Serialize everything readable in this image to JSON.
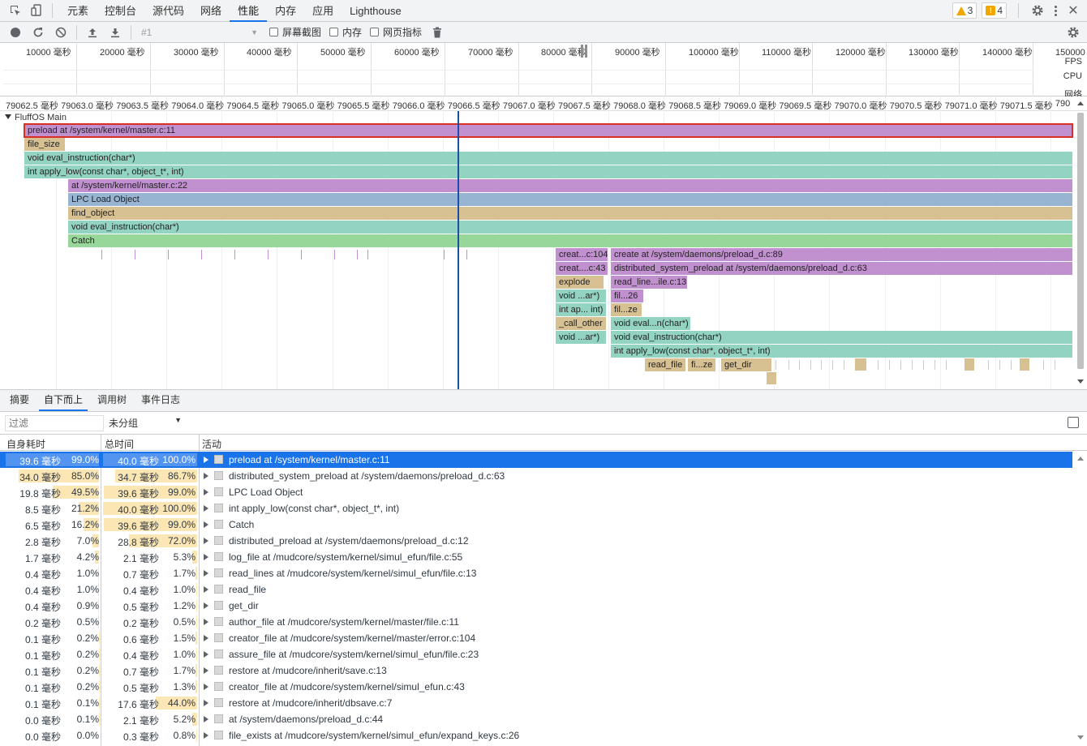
{
  "topbar": {
    "tabs": [
      "元素",
      "控制台",
      "源代码",
      "网络",
      "性能",
      "内存",
      "应用",
      "Lighthouse"
    ],
    "active_tab": "性能",
    "warnings_count": "3",
    "issues_count": "4"
  },
  "toolbar": {
    "profile_select": "#1",
    "screenshots_label": "屏幕截图",
    "memory_label": "内存",
    "web_vitals_label": "网页指标"
  },
  "overview": {
    "ticks": [
      "10000 毫秒",
      "20000 毫秒",
      "30000 毫秒",
      "40000 毫秒",
      "50000 毫秒",
      "60000 毫秒",
      "70000 毫秒",
      "80000 毫秒",
      "90000 毫秒",
      "100000 毫秒",
      "110000 毫秒",
      "120000 毫秒",
      "130000 毫秒",
      "140000 毫秒",
      "150000 毫秒"
    ],
    "fps_label": "FPS",
    "cpu_label": "CPU",
    "net_label": "网络"
  },
  "ruler": {
    "ticks": [
      "79062.5 毫秒",
      "79063.0 毫秒",
      "79063.5 毫秒",
      "79064.0 毫秒",
      "79064.5 毫秒",
      "79065.0 毫秒",
      "79065.5 毫秒",
      "79066.0 毫秒",
      "79066.5 毫秒",
      "79067.0 毫秒",
      "79067.5 毫秒",
      "79068.0 毫秒",
      "79068.5 毫秒",
      "79069.0 毫秒",
      "79069.5 毫秒",
      "79070.0 毫秒",
      "79070.5 毫秒",
      "79071.0 毫秒",
      "79071.5 毫秒",
      "790"
    ]
  },
  "flame": {
    "track_title": "FluffOS Main",
    "bars": [
      {
        "label": "preload at /system/kernel/master.c:11",
        "color": "#c190cf"
      },
      {
        "label": "file_size",
        "color": "#d7c193"
      },
      {
        "label": "void eval_instruction(char*)",
        "color": "#93d3c2"
      },
      {
        "label": "int apply_low(const char*, object_t*, int)",
        "color": "#93d3c2"
      },
      {
        "label": "at /system/kernel/master.c:22",
        "color": "#c190cf"
      },
      {
        "label": "LPC Load Object",
        "color": "#97b4d3"
      },
      {
        "label": "find_object",
        "color": "#d7c193"
      },
      {
        "label": "void eval_instruction(char*)",
        "color": "#93d3c2"
      },
      {
        "label": "Catch",
        "color": "#98d79a"
      },
      {
        "label": "creat...c:104",
        "color": "#c190cf"
      },
      {
        "label": "create at /system/daemons/preload_d.c:89",
        "color": "#c190cf"
      },
      {
        "label": "creat....c:43",
        "color": "#c190cf"
      },
      {
        "label": "distributed_system_preload at /system/daemons/preload_d.c:63",
        "color": "#c190cf"
      },
      {
        "label": "explode",
        "color": "#d7c193"
      },
      {
        "label": "read_line...ile.c:13",
        "color": "#c190cf"
      },
      {
        "label": "void ...ar*)",
        "color": "#93d3c2"
      },
      {
        "label": "fil...26",
        "color": "#c190cf"
      },
      {
        "label": "int ap... int)",
        "color": "#93d3c2"
      },
      {
        "label": "fil...ze",
        "color": "#d7c193"
      },
      {
        "label": "_call_other",
        "color": "#d7c193"
      },
      {
        "label": "void eval...n(char*)",
        "color": "#93d3c2"
      },
      {
        "label": "void ...ar*)",
        "color": "#93d3c2"
      },
      {
        "label": "void eval_instruction(char*)",
        "color": "#93d3c2"
      },
      {
        "label": "int apply_low(const char*, object_t*, int)",
        "color": "#93d3c2"
      },
      {
        "label": "read_file",
        "color": "#d7c193"
      },
      {
        "label": "fi...ze",
        "color": "#d7c193"
      },
      {
        "label": "get_dir",
        "color": "#d7c193"
      }
    ]
  },
  "bottom_tabs": {
    "summary": "摘要",
    "bottom_up": "自下而上",
    "call_tree": "调用树",
    "event_log": "事件日志"
  },
  "filter": {
    "placeholder": "过滤",
    "grouping": "未分组"
  },
  "table": {
    "col_self": "自身耗时",
    "col_total": "总时间",
    "col_activity": "活动",
    "rows": [
      {
        "self": "39.6 毫秒",
        "self_pct": "99.0%",
        "total": "40.0 毫秒",
        "total_pct": "100.0%",
        "activity": "preload at /system/kernel/master.c:11",
        "self_frac": 0.99,
        "total_frac": 1.0
      },
      {
        "self": "34.0 毫秒",
        "self_pct": "85.0%",
        "total": "34.7 毫秒",
        "total_pct": "86.7%",
        "activity": "distributed_system_preload at /system/daemons/preload_d.c:63",
        "self_frac": 0.85,
        "total_frac": 0.867
      },
      {
        "self": "19.8 毫秒",
        "self_pct": "49.5%",
        "total": "39.6 毫秒",
        "total_pct": "99.0%",
        "activity": "LPC Load Object",
        "self_frac": 0.495,
        "total_frac": 0.99
      },
      {
        "self": "8.5 毫秒",
        "self_pct": "21.2%",
        "total": "40.0 毫秒",
        "total_pct": "100.0%",
        "activity": "int apply_low(const char*, object_t*, int)",
        "self_frac": 0.212,
        "total_frac": 1.0
      },
      {
        "self": "6.5 毫秒",
        "self_pct": "16.2%",
        "total": "39.6 毫秒",
        "total_pct": "99.0%",
        "activity": "Catch",
        "self_frac": 0.162,
        "total_frac": 0.99
      },
      {
        "self": "2.8 毫秒",
        "self_pct": "7.0%",
        "total": "28.8 毫秒",
        "total_pct": "72.0%",
        "activity": "distributed_preload at /system/daemons/preload_d.c:12",
        "self_frac": 0.07,
        "total_frac": 0.72
      },
      {
        "self": "1.7 毫秒",
        "self_pct": "4.2%",
        "total": "2.1 毫秒",
        "total_pct": "5.3%",
        "activity": "log_file at /mudcore/system/kernel/simul_efun/file.c:55",
        "self_frac": 0.042,
        "total_frac": 0.053
      },
      {
        "self": "0.4 毫秒",
        "self_pct": "1.0%",
        "total": "0.7 毫秒",
        "total_pct": "1.7%",
        "activity": "read_lines at /mudcore/system/kernel/simul_efun/file.c:13",
        "self_frac": 0.01,
        "total_frac": 0.017
      },
      {
        "self": "0.4 毫秒",
        "self_pct": "1.0%",
        "total": "0.4 毫秒",
        "total_pct": "1.0%",
        "activity": "read_file",
        "self_frac": 0.01,
        "total_frac": 0.01
      },
      {
        "self": "0.4 毫秒",
        "self_pct": "0.9%",
        "total": "0.5 毫秒",
        "total_pct": "1.2%",
        "activity": "get_dir",
        "self_frac": 0.009,
        "total_frac": 0.012
      },
      {
        "self": "0.2 毫秒",
        "self_pct": "0.5%",
        "total": "0.2 毫秒",
        "total_pct": "0.5%",
        "activity": "author_file at /mudcore/system/kernel/master/file.c:11",
        "self_frac": 0.005,
        "total_frac": 0.005
      },
      {
        "self": "0.1 毫秒",
        "self_pct": "0.2%",
        "total": "0.6 毫秒",
        "total_pct": "1.5%",
        "activity": "creator_file at /mudcore/system/kernel/master/error.c:104",
        "self_frac": 0.002,
        "total_frac": 0.015
      },
      {
        "self": "0.1 毫秒",
        "self_pct": "0.2%",
        "total": "0.4 毫秒",
        "total_pct": "1.0%",
        "activity": "assure_file at /mudcore/system/kernel/simul_efun/file.c:23",
        "self_frac": 0.002,
        "total_frac": 0.01
      },
      {
        "self": "0.1 毫秒",
        "self_pct": "0.2%",
        "total": "0.7 毫秒",
        "total_pct": "1.7%",
        "activity": "restore at /mudcore/inherit/save.c:13",
        "self_frac": 0.002,
        "total_frac": 0.017
      },
      {
        "self": "0.1 毫秒",
        "self_pct": "0.2%",
        "total": "0.5 毫秒",
        "total_pct": "1.3%",
        "activity": "creator_file at /mudcore/system/kernel/simul_efun.c:43",
        "self_frac": 0.002,
        "total_frac": 0.013
      },
      {
        "self": "0.1 毫秒",
        "self_pct": "0.1%",
        "total": "17.6 毫秒",
        "total_pct": "44.0%",
        "activity": "restore at /mudcore/inherit/dbsave.c:7",
        "self_frac": 0.001,
        "total_frac": 0.44
      },
      {
        "self": "0.0 毫秒",
        "self_pct": "0.1%",
        "total": "2.1 毫秒",
        "total_pct": "5.2%",
        "activity": "at /system/daemons/preload_d.c:44",
        "self_frac": 0.001,
        "total_frac": 0.052
      },
      {
        "self": "0.0 毫秒",
        "self_pct": "0.0%",
        "total": "0.3 毫秒",
        "total_pct": "0.8%",
        "activity": "file_exists at /mudcore/system/kernel/simul_efun/expand_keys.c:26",
        "self_frac": 0.0,
        "total_frac": 0.008
      }
    ]
  }
}
